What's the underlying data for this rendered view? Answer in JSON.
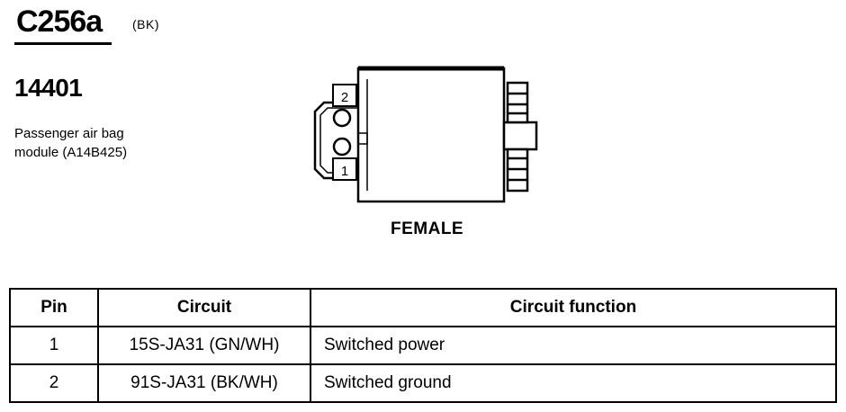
{
  "connector": {
    "id": "C256a",
    "color_code": "(BK)",
    "part_number": "14401",
    "description_lines": [
      "Passenger air bag",
      "module (A14B425)"
    ],
    "gender": "FEMALE",
    "cavity_labels": [
      "2",
      "1"
    ]
  },
  "table": {
    "headers": [
      "Pin",
      "Circuit",
      "Circuit function"
    ],
    "rows": [
      {
        "pin": "1",
        "circuit": "15S-JA31 (GN/WH)",
        "function": "Switched power"
      },
      {
        "pin": "2",
        "circuit": "91S-JA31 (BK/WH)",
        "function": "Switched ground"
      }
    ]
  }
}
